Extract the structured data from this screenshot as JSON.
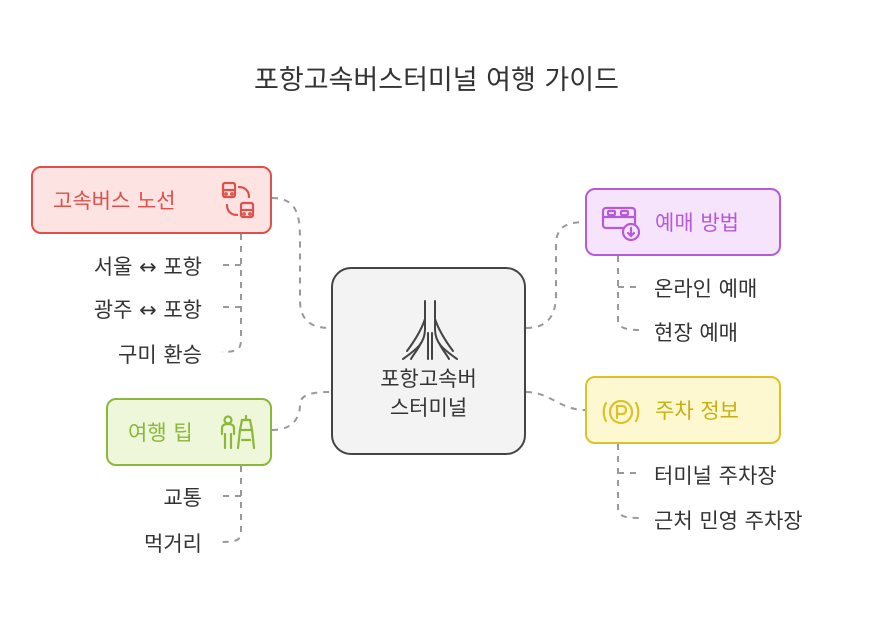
{
  "title": "포항고속버스터미널 여행 가이드",
  "center": {
    "label_line1": "포항고속버",
    "label_line2": "스터미널",
    "icon": "terminal-icon"
  },
  "branches": {
    "routes": {
      "label": "고속버스 노선",
      "icon": "bus-route-icon",
      "color": "#e0504a",
      "fill": "#fde4e3",
      "items": [
        "서울 ↔ 포항",
        "광주 ↔ 포항",
        "구미 환승"
      ]
    },
    "tips": {
      "label": "여행 팁",
      "icon": "travelers-icon",
      "color": "#8ab83a",
      "fill": "#eef7d9",
      "items": [
        "교통",
        "먹거리"
      ]
    },
    "booking": {
      "label": "예매 방법",
      "icon": "ticket-download-icon",
      "color": "#b55ad8",
      "fill": "#f6e4fc",
      "items": [
        "온라인 예매",
        "현장 예매"
      ]
    },
    "parking": {
      "label": "주차 정보",
      "icon": "parking-icon",
      "color": "#dcc22a",
      "fill": "#fdf8cf",
      "items": [
        "터미널 주차장",
        "근처 민영 주차장"
      ]
    }
  },
  "connector_color": "#999999"
}
